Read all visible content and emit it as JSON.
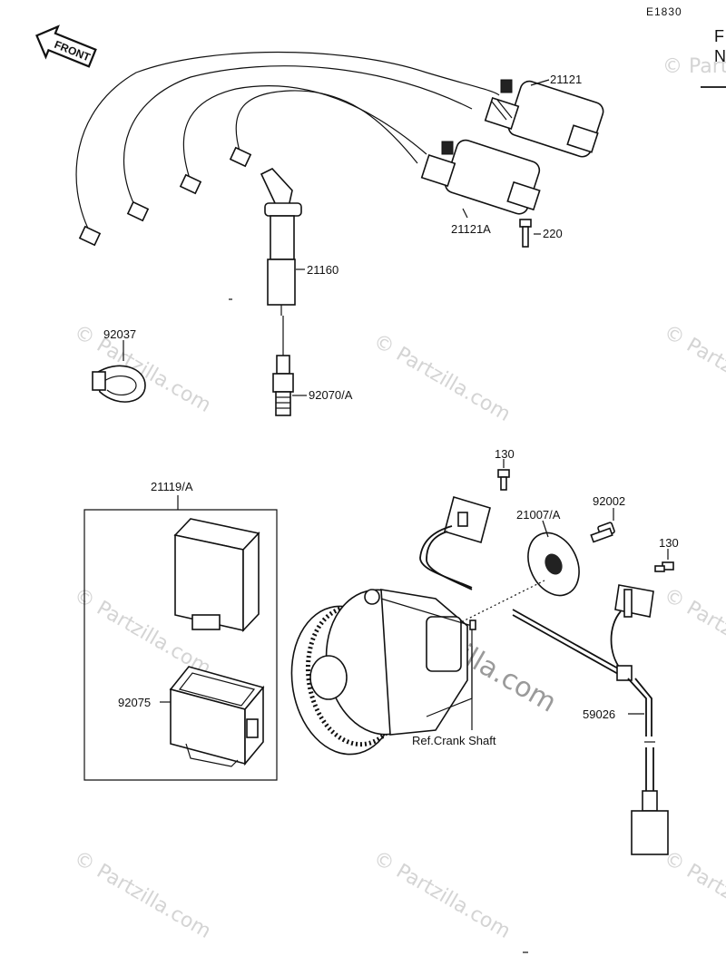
{
  "diagram_code": "E1830",
  "edge_text": [
    "F",
    "N"
  ],
  "front_arrow_label": "FRONT",
  "watermark": "© Partzilla.com",
  "callouts": {
    "coil_a": "21121",
    "coil_b": "21121A",
    "bolt_220": "220",
    "plug_cap": "21160",
    "clamp": "92037",
    "spark_plug": "92070/A",
    "igniter_set": "21119/A",
    "igniter_case": "92075",
    "screw_130_left": "130",
    "screw_130_right": "130",
    "timing_rotor": "21007/A",
    "rotor_bolt": "92002",
    "pickup_harness": "59026",
    "ref_crank": "Ref.Crank Shaft"
  }
}
